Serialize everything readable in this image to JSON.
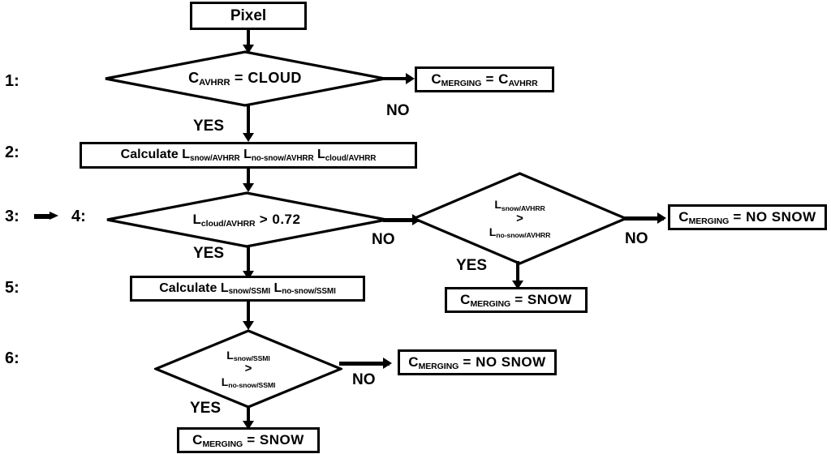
{
  "figure": {
    "title": "Snow cover merging decision flowchart",
    "background_color": "#ffffff",
    "line_color": "#000000"
  },
  "steps": {
    "s1": "1:",
    "s2": "2:",
    "s3": "3:",
    "s4": "4:",
    "s5": "5:",
    "s6": "6:",
    "arrow_icon": "right-arrow-icon"
  },
  "nodes": {
    "start": {
      "label": "Pixel",
      "type": "terminator"
    },
    "d1": {
      "type": "decision",
      "text_main": "C",
      "text_sub": "AVHRR",
      "text_tail": " = CLOUD"
    },
    "r1": {
      "type": "result",
      "left_main": "C",
      "left_sub": "MERGING",
      "mid": " = ",
      "right_main": "C",
      "right_sub": "AVHRR"
    },
    "p2": {
      "type": "process",
      "prefix": "Calculate ",
      "terms": [
        {
          "main": "L",
          "sub": "snow/AVHRR"
        },
        {
          "main": "L",
          "sub": "no-snow/AVHRR"
        },
        {
          "main": "L",
          "sub": "cloud/AVHRR"
        }
      ]
    },
    "d4": {
      "type": "decision",
      "text_main": "L",
      "text_sub": "cloud/AVHRR",
      "text_tail": " > 0.72"
    },
    "d4b": {
      "type": "decision",
      "line1_main": "L",
      "line1_sub": "snow/AVHRR",
      "line2": ">",
      "line3_main": "L",
      "line3_sub": "no-snow/AVHRR"
    },
    "r2": {
      "type": "result",
      "left_main": "C",
      "left_sub": "MERGING",
      "tail": " = NO SNOW"
    },
    "r3": {
      "type": "result",
      "left_main": "C",
      "left_sub": "MERGING",
      "tail": " = SNOW"
    },
    "p5": {
      "type": "process",
      "prefix": "Calculate ",
      "terms": [
        {
          "main": "L",
          "sub": "snow/SSMI"
        },
        {
          "main": "L",
          "sub": "no-snow/SSMI"
        }
      ]
    },
    "d6": {
      "type": "decision",
      "line1_main": "L",
      "line1_sub": "snow/SSMI",
      "line2": ">",
      "line3_main": "L",
      "line3_sub": "no-snow/SSMI"
    },
    "r4": {
      "type": "result",
      "left_main": "C",
      "left_sub": "MERGING",
      "tail": " = NO SNOW"
    },
    "r5": {
      "type": "result",
      "left_main": "C",
      "left_sub": "MERGING",
      "tail": " = SNOW"
    }
  },
  "branches": {
    "d1_yes": "YES",
    "d1_no": "NO",
    "d4_yes": "YES",
    "d4_no": "NO",
    "d4b_yes": "YES",
    "d4b_no": "NO",
    "d6_yes": "YES",
    "d6_no": "NO"
  }
}
